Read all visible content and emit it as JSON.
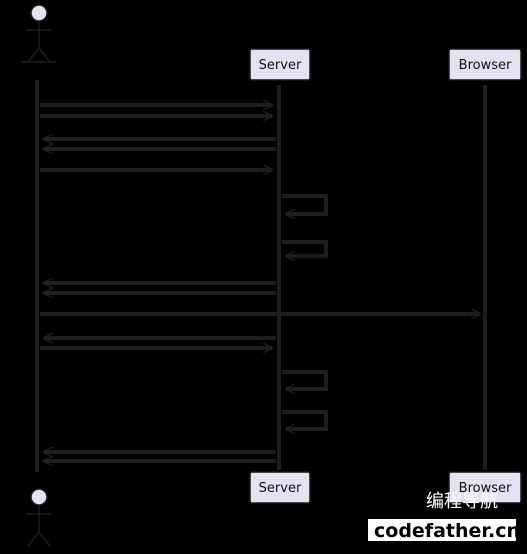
{
  "participants": {
    "actor": {
      "icon": "user-stick-figure-icon"
    },
    "server": {
      "label": "Server"
    },
    "browser": {
      "label": "Browser"
    }
  },
  "watermark": {
    "line1": "编程导航",
    "line2": "codefather.cn"
  },
  "colors": {
    "background": "#000000",
    "lifeline": "#1e1e1e",
    "arrow": "#1e1e1e",
    "participant_fill": "#e2e2f0",
    "participant_border": "#181818"
  }
}
